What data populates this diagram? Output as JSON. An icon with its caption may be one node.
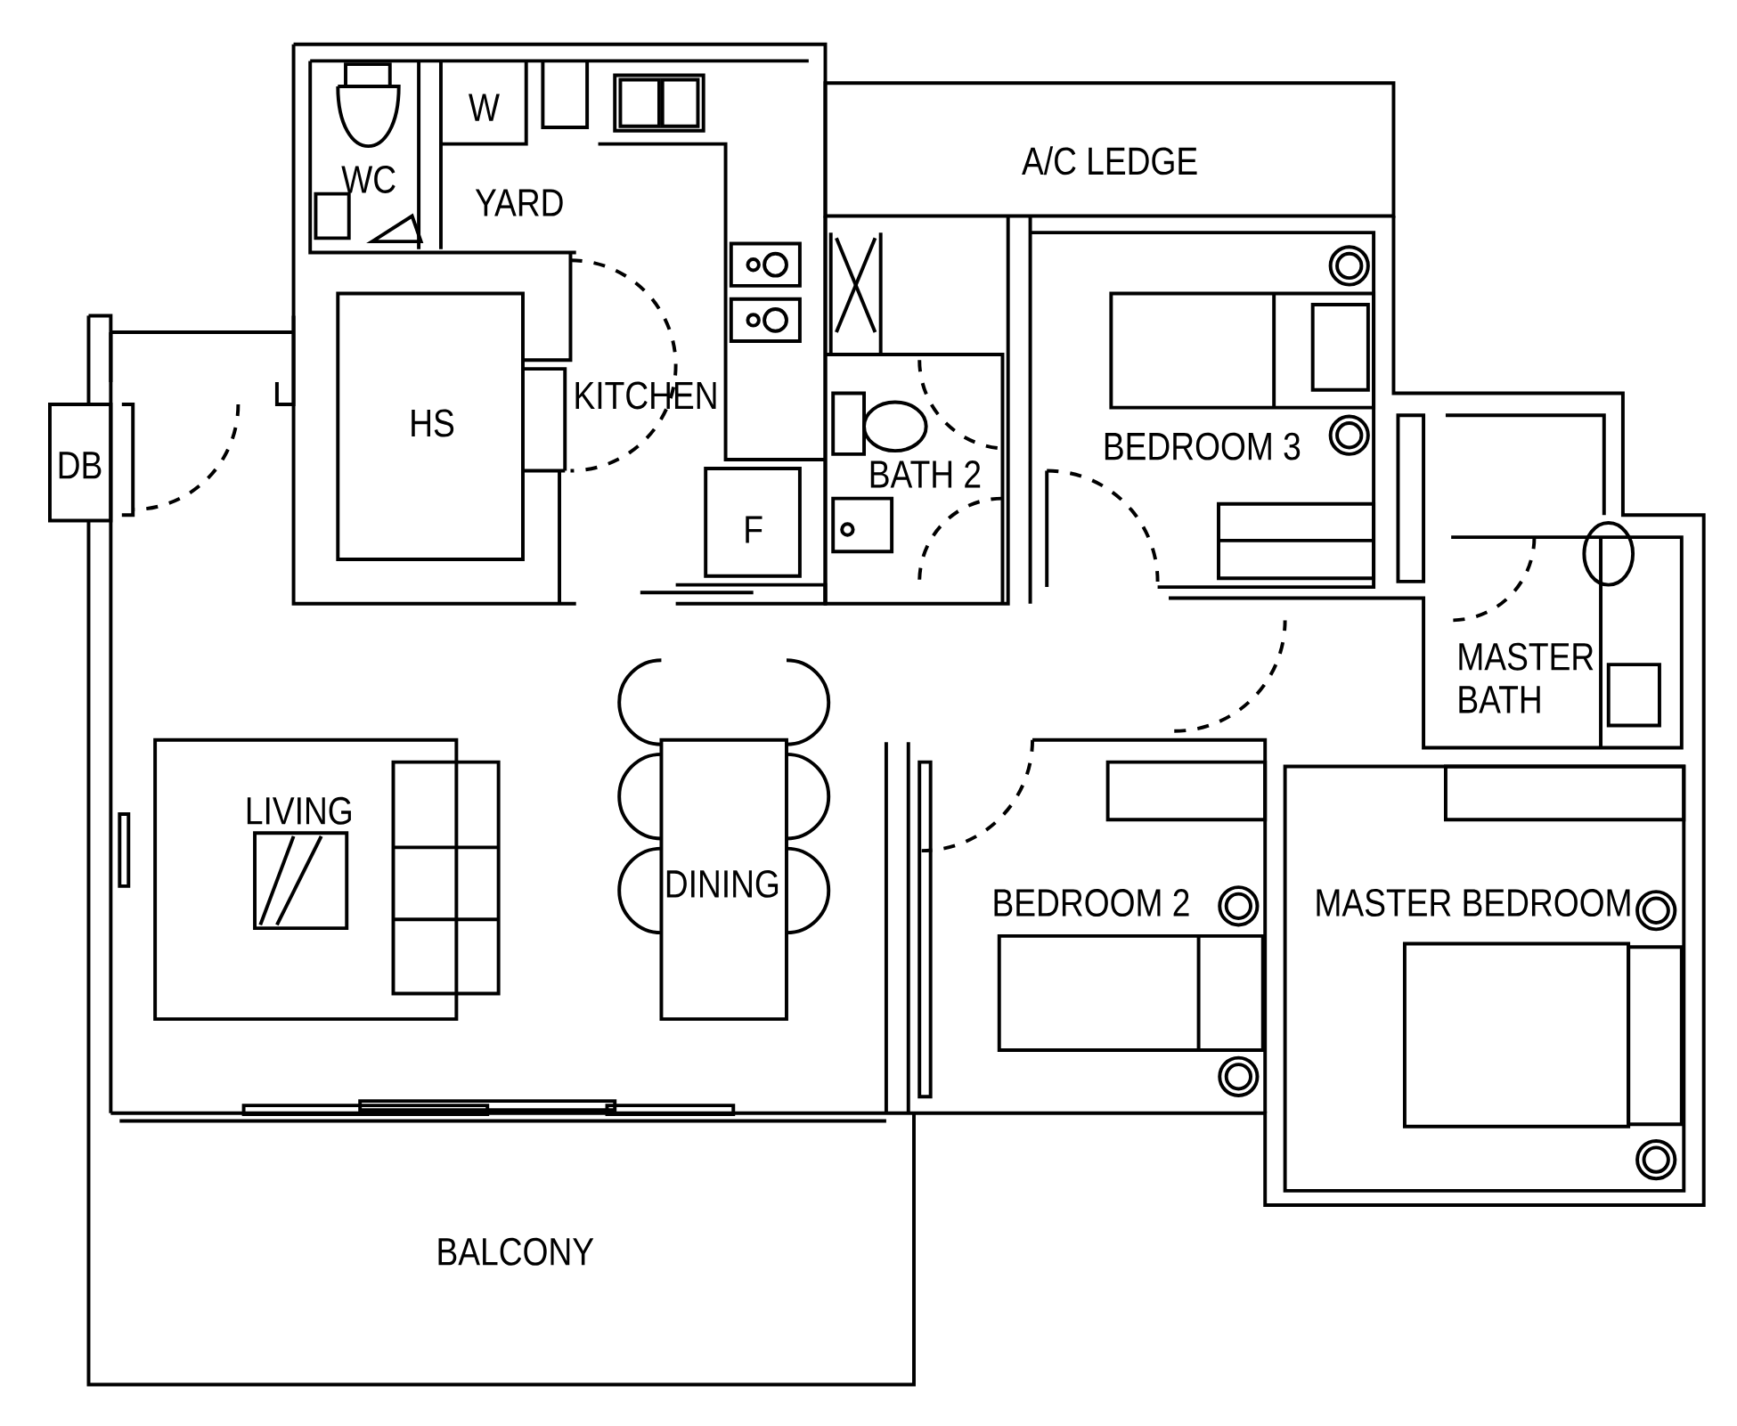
{
  "diagram": {
    "labels": [
      "W",
      "WC",
      "YARD",
      "A/C LEDGE",
      "KITCHEN",
      "HS",
      "BEDROOM 3",
      "DB",
      "BATH 2",
      "F",
      "MASTER BATH",
      "LIVING",
      "DINING",
      "BEDROOM 2",
      "MASTER BEDROOM",
      "BALCONY"
    ]
  }
}
